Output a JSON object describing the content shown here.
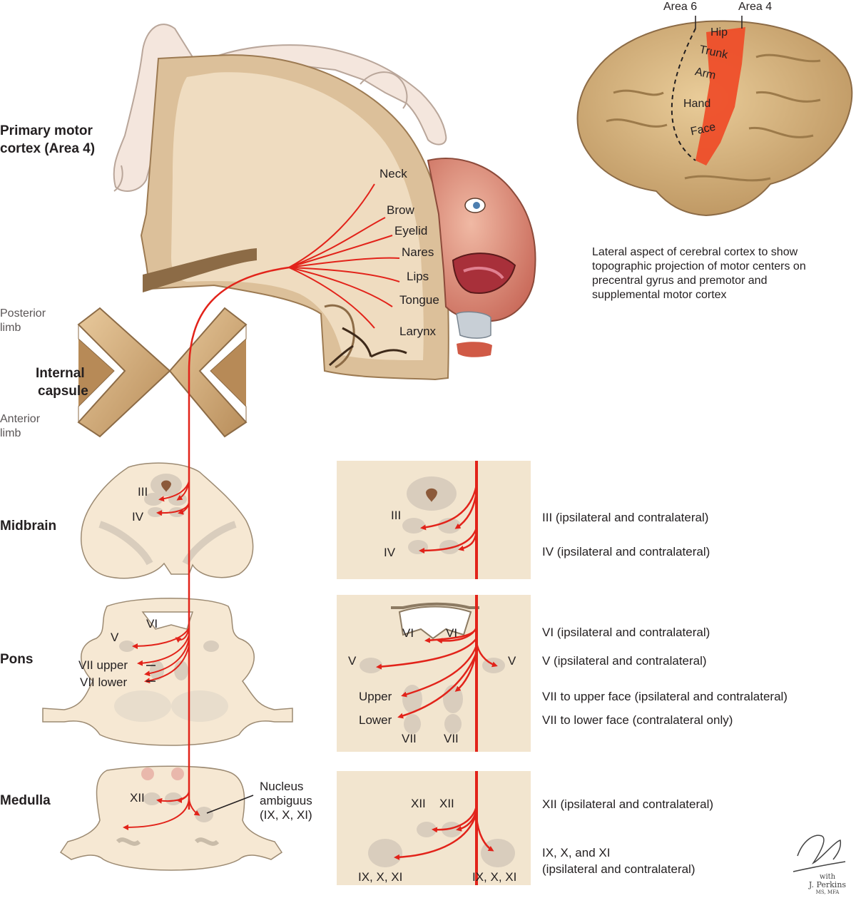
{
  "cortex": {
    "title_line1": "Primary motor",
    "title_line2": "cortex (Area 4)",
    "body_parts": [
      "Neck",
      "Brow",
      "Eyelid",
      "Nares",
      "Lips",
      "Tongue",
      "Larynx"
    ]
  },
  "internal_capsule": {
    "title_line1": "Internal",
    "title_line2": "capsule",
    "posterior_line1": "Posterior",
    "posterior_line2": "limb",
    "anterior_line1": "Anterior",
    "anterior_line2": "limb"
  },
  "brain_inset": {
    "area6": "Area 6",
    "area4": "Area 4",
    "regions": [
      "Hip",
      "Trunk",
      "Arm",
      "Hand",
      "Face"
    ],
    "caption": "Lateral aspect of cerebral cortex to show topographic projection of motor centers on precentral gyrus and premotor and supplemental motor cortex"
  },
  "midbrain": {
    "title": "Midbrain",
    "nucleus_labels": [
      "III",
      "IV"
    ],
    "detail_labels": [
      "III",
      "IV"
    ],
    "descriptions": [
      "III (ipsilateral and contralateral)",
      "IV (ipsilateral and contralateral)"
    ]
  },
  "pons": {
    "title": "Pons",
    "nucleus_labels": [
      "VI",
      "V",
      "VII upper",
      "VII lower"
    ],
    "detail_labels": {
      "vi_left": "VI",
      "vi_right": "VI",
      "v_left": "V",
      "v_right": "V",
      "upper": "Upper",
      "lower": "Lower",
      "vii_left": "VII",
      "vii_right": "VII"
    },
    "descriptions": [
      "VI (ipsilateral and contralateral)",
      "V (ipsilateral and contralateral)",
      "VII to upper face (ipsilateral and contralateral)",
      "VII to lower face (contralateral only)"
    ]
  },
  "medulla": {
    "title": "Medulla",
    "nucleus_label": "XII",
    "ambiguus_line1": "Nucleus",
    "ambiguus_line2": "ambiguus",
    "ambiguus_line3": "(IX, X, XI)",
    "detail_labels": {
      "xii_left": "XII",
      "xii_right": "XII",
      "ix_left": "IX, X, XI",
      "ix_right": "IX, X, XI"
    },
    "descriptions": [
      "XII (ipsilateral and contralateral)",
      "IX, X, and XI",
      "(ipsilateral and contralateral)"
    ]
  },
  "signature": {
    "with": "with",
    "name": "J. Perkins",
    "credentials": "MS, MFA"
  },
  "colors": {
    "tract_red": "#e2231a",
    "tissue": "#f6e8d3",
    "gray_matter": "#d9cdbd",
    "panel": "#f2e5cf",
    "cortex_tan": "#d9b98d",
    "motor_strip": "#ef4b27"
  }
}
